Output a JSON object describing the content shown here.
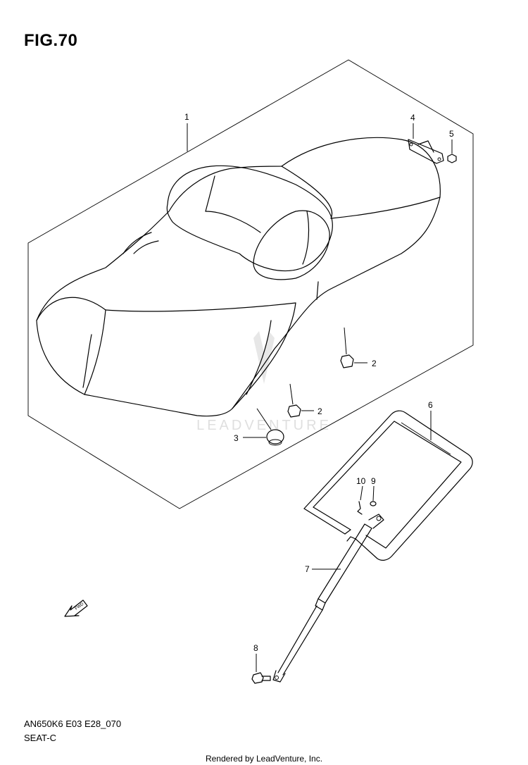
{
  "figure": {
    "title": "FIG.70",
    "code": "AN650K6 E03 E28_070",
    "name": "SEAT-C"
  },
  "callouts": [
    "1",
    "2",
    "2",
    "3",
    "4",
    "5",
    "6",
    "7",
    "8",
    "9",
    "10"
  ],
  "watermark": "LEADVENTURE",
  "fwd_label": "FWD",
  "footer": "Rendered by LeadVenture, Inc."
}
